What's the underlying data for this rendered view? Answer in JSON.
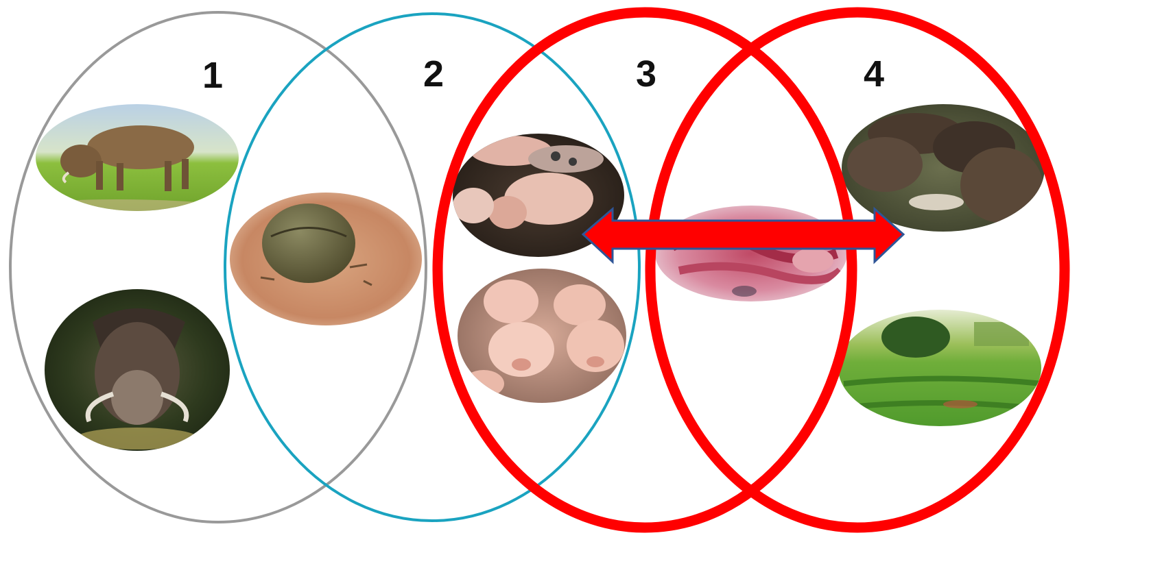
{
  "diagram": {
    "sets": [
      {
        "label": "1",
        "outline_color": "#999999",
        "images": [
          "warthog-grazing",
          "giant-forest-hog"
        ]
      },
      {
        "label": "2",
        "outline_color": "#1aa3c0",
        "images": [
          "food-bait-ball"
        ]
      },
      {
        "label": "3",
        "outline_color": "#ff0000",
        "images": [
          "spotted-domestic-pigs",
          "pink-domestic-pigs"
        ]
      },
      {
        "label": "4",
        "outline_color": "#ff0000",
        "images": [
          "wild-boars-feeding",
          "crop-field"
        ]
      }
    ],
    "overlap_images": [
      "raw-pork-meat"
    ],
    "arrow": {
      "type": "double-headed",
      "color": "#ff0000",
      "stroke": "#2f5597",
      "connects": [
        "3",
        "4"
      ]
    }
  }
}
